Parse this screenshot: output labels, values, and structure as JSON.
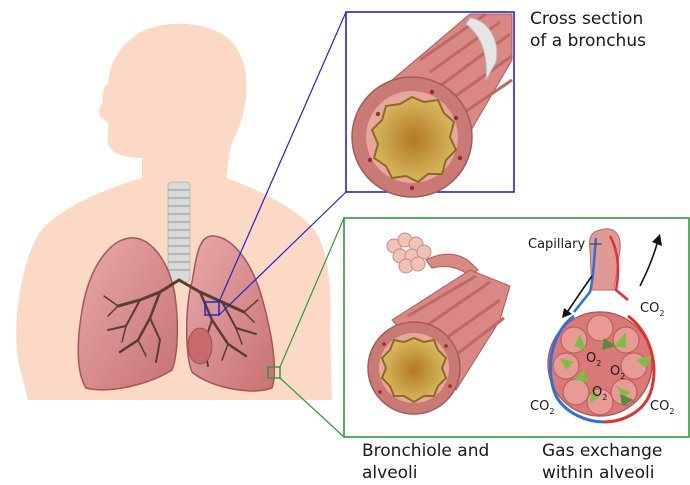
{
  "labels": {
    "cross_section": [
      "Cross section",
      "of a bronchus"
    ],
    "bronchiole": [
      "Bronchiole and",
      "alveoli"
    ],
    "gas_exchange": [
      "Gas exchange",
      "within alveoli"
    ],
    "capillary": "Capillary",
    "co2_top": "CO",
    "co2_left": "CO",
    "co2_right": "CO",
    "o2_a": "O",
    "o2_b": "O",
    "o2_c": "O",
    "sub2": "2"
  },
  "colors": {
    "skin": "#fcd9c4",
    "lung": "#d98a8a",
    "lung_dark": "#b85c63",
    "airway": "#5a3b35",
    "trachea": "#d9dcd6",
    "bronchus_outer": "#c97a74",
    "bronchus_inner": "#e3a7a0",
    "lumen": "#d6b052",
    "blue_box": "#2424c8",
    "green_box": "#2f9a3c",
    "vein": "#2f6fd6",
    "artery": "#e23030",
    "arrow_green": "#7bc043"
  }
}
